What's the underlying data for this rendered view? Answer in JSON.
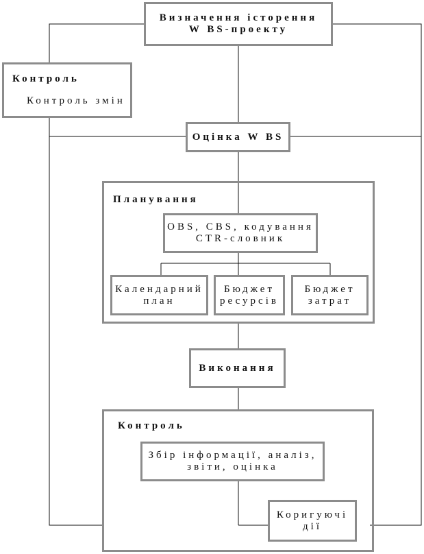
{
  "diagram": {
    "top_box": {
      "line1": "Визначення історення",
      "line2": "W BS-проекту"
    },
    "control_top": {
      "title": "Контроль",
      "subtitle": "Контроль змін"
    },
    "estimate": {
      "label": "Оцінка W BS"
    },
    "planning": {
      "title": "Планування",
      "obs": {
        "line1": "OBS, CBS, кодування",
        "line2": "CTR-словник"
      },
      "calendar": {
        "line1": "Календарний",
        "line2": "план"
      },
      "resource_budget": {
        "line1": "Бюджет",
        "line2": "ресурсів"
      },
      "cost_budget": {
        "line1": "Бюджет",
        "line2": "затрат"
      }
    },
    "execution": {
      "label": "Виконання"
    },
    "control_bottom": {
      "title": "Контроль",
      "info": {
        "line1": "Збір інформації, аналіз,",
        "line2": "звіти, оцінка"
      },
      "corrective": {
        "line1": "Коригуючі",
        "line2": "дії"
      }
    }
  }
}
